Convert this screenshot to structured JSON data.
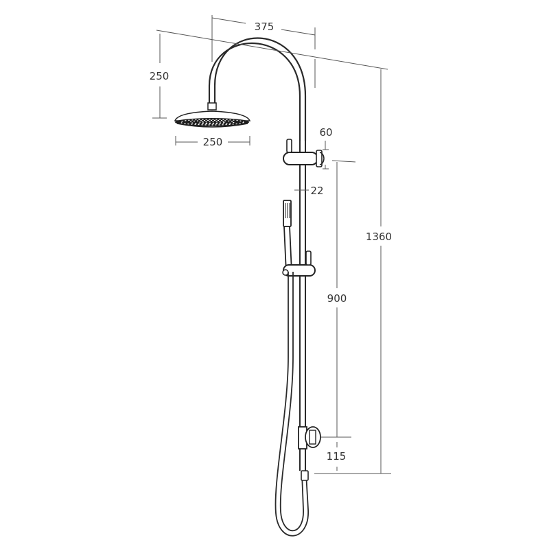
{
  "diagram": {
    "dimensions": {
      "arm_reach": "375",
      "arm_height": "250",
      "head_diameter": "250",
      "bracket_depth": "60",
      "rail_diameter": "22",
      "overall_height": "1360",
      "bracket_spacing": "900",
      "bottom_offset": "115"
    }
  }
}
